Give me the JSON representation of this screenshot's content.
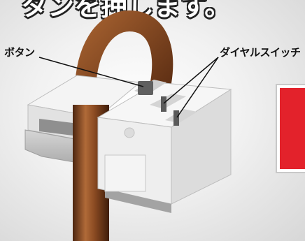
{
  "heading": {
    "text": "タンを押します。"
  },
  "callouts": {
    "button": "ボタン",
    "dial_switch": "ダイヤルスイッチ"
  },
  "colors": {
    "cord": "#8a4a22",
    "device_body": "#f2f2f2",
    "device_shadow": "#a8a8a8",
    "accent_panel": "#e3222b"
  }
}
